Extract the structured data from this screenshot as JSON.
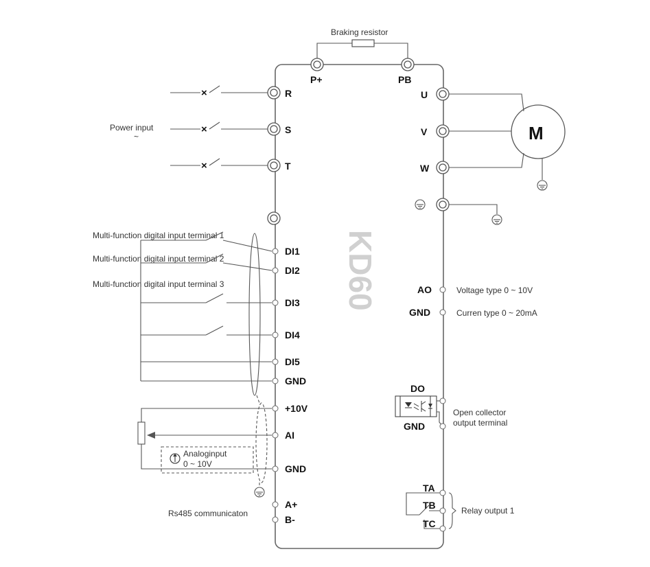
{
  "model_label": "KD60",
  "braking_resistor_label": "Braking resistor",
  "power_input_label": "Power input",
  "power_input_symbol": "~",
  "motor_label": "M",
  "terminals": {
    "p_plus": "P+",
    "pb": "PB",
    "r": "R",
    "s": "S",
    "t": "T",
    "u": "U",
    "v": "V",
    "w": "W",
    "di1": "DI1",
    "di2": "DI2",
    "di3": "DI3",
    "di4": "DI4",
    "di5": "DI5",
    "gnd_di": "GND",
    "plus10v": "+10V",
    "ai": "AI",
    "gnd_ai": "GND",
    "a_plus": "A+",
    "b_minus": "B-",
    "ao": "AO",
    "gnd_ao": "GND",
    "do": "DO",
    "gnd_do": "GND",
    "ta": "TA",
    "tb": "TB",
    "tc": "TC"
  },
  "labels": {
    "mf_input_1": "Multi-function digital input terminal 1",
    "mf_input_2": "Multi-function digital input terminal 2",
    "mf_input_3": "Multi-function digital input terminal 3",
    "voltage_type": "Voltage type 0 ~ 10V",
    "current_type": "Curren  type  0 ~ 20mA",
    "open_collector_1": "Open collector",
    "open_collector_2": "output terminal",
    "relay_output": "Relay  output  1",
    "analog_input_1": "Analoginput",
    "analog_input_2": "0 ~ 10V",
    "rs485": "Rs485  communicaton"
  }
}
